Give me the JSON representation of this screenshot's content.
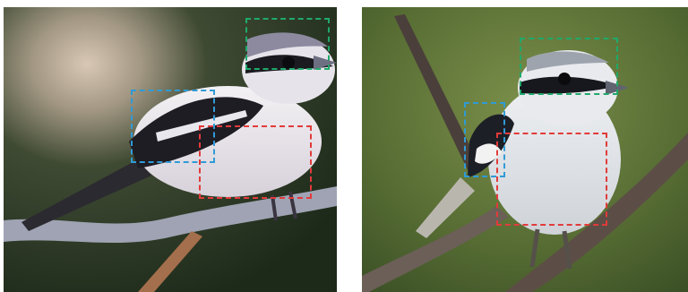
{
  "images": [
    {
      "subject": "bird-on-branch-left",
      "boxes": [
        {
          "region": "head",
          "color": "#1fa96b"
        },
        {
          "region": "wing",
          "color": "#2f9bd6"
        },
        {
          "region": "breast",
          "color": "#e23b3b"
        }
      ]
    },
    {
      "subject": "bird-on-branch-right",
      "boxes": [
        {
          "region": "head",
          "color": "#1fa96b"
        },
        {
          "region": "wing",
          "color": "#2f9bd6"
        },
        {
          "region": "breast",
          "color": "#e23b3b"
        }
      ]
    }
  ],
  "colors": {
    "head_box": "#1fa96b",
    "wing_box": "#2f9bd6",
    "breast_box": "#e23b3b"
  }
}
